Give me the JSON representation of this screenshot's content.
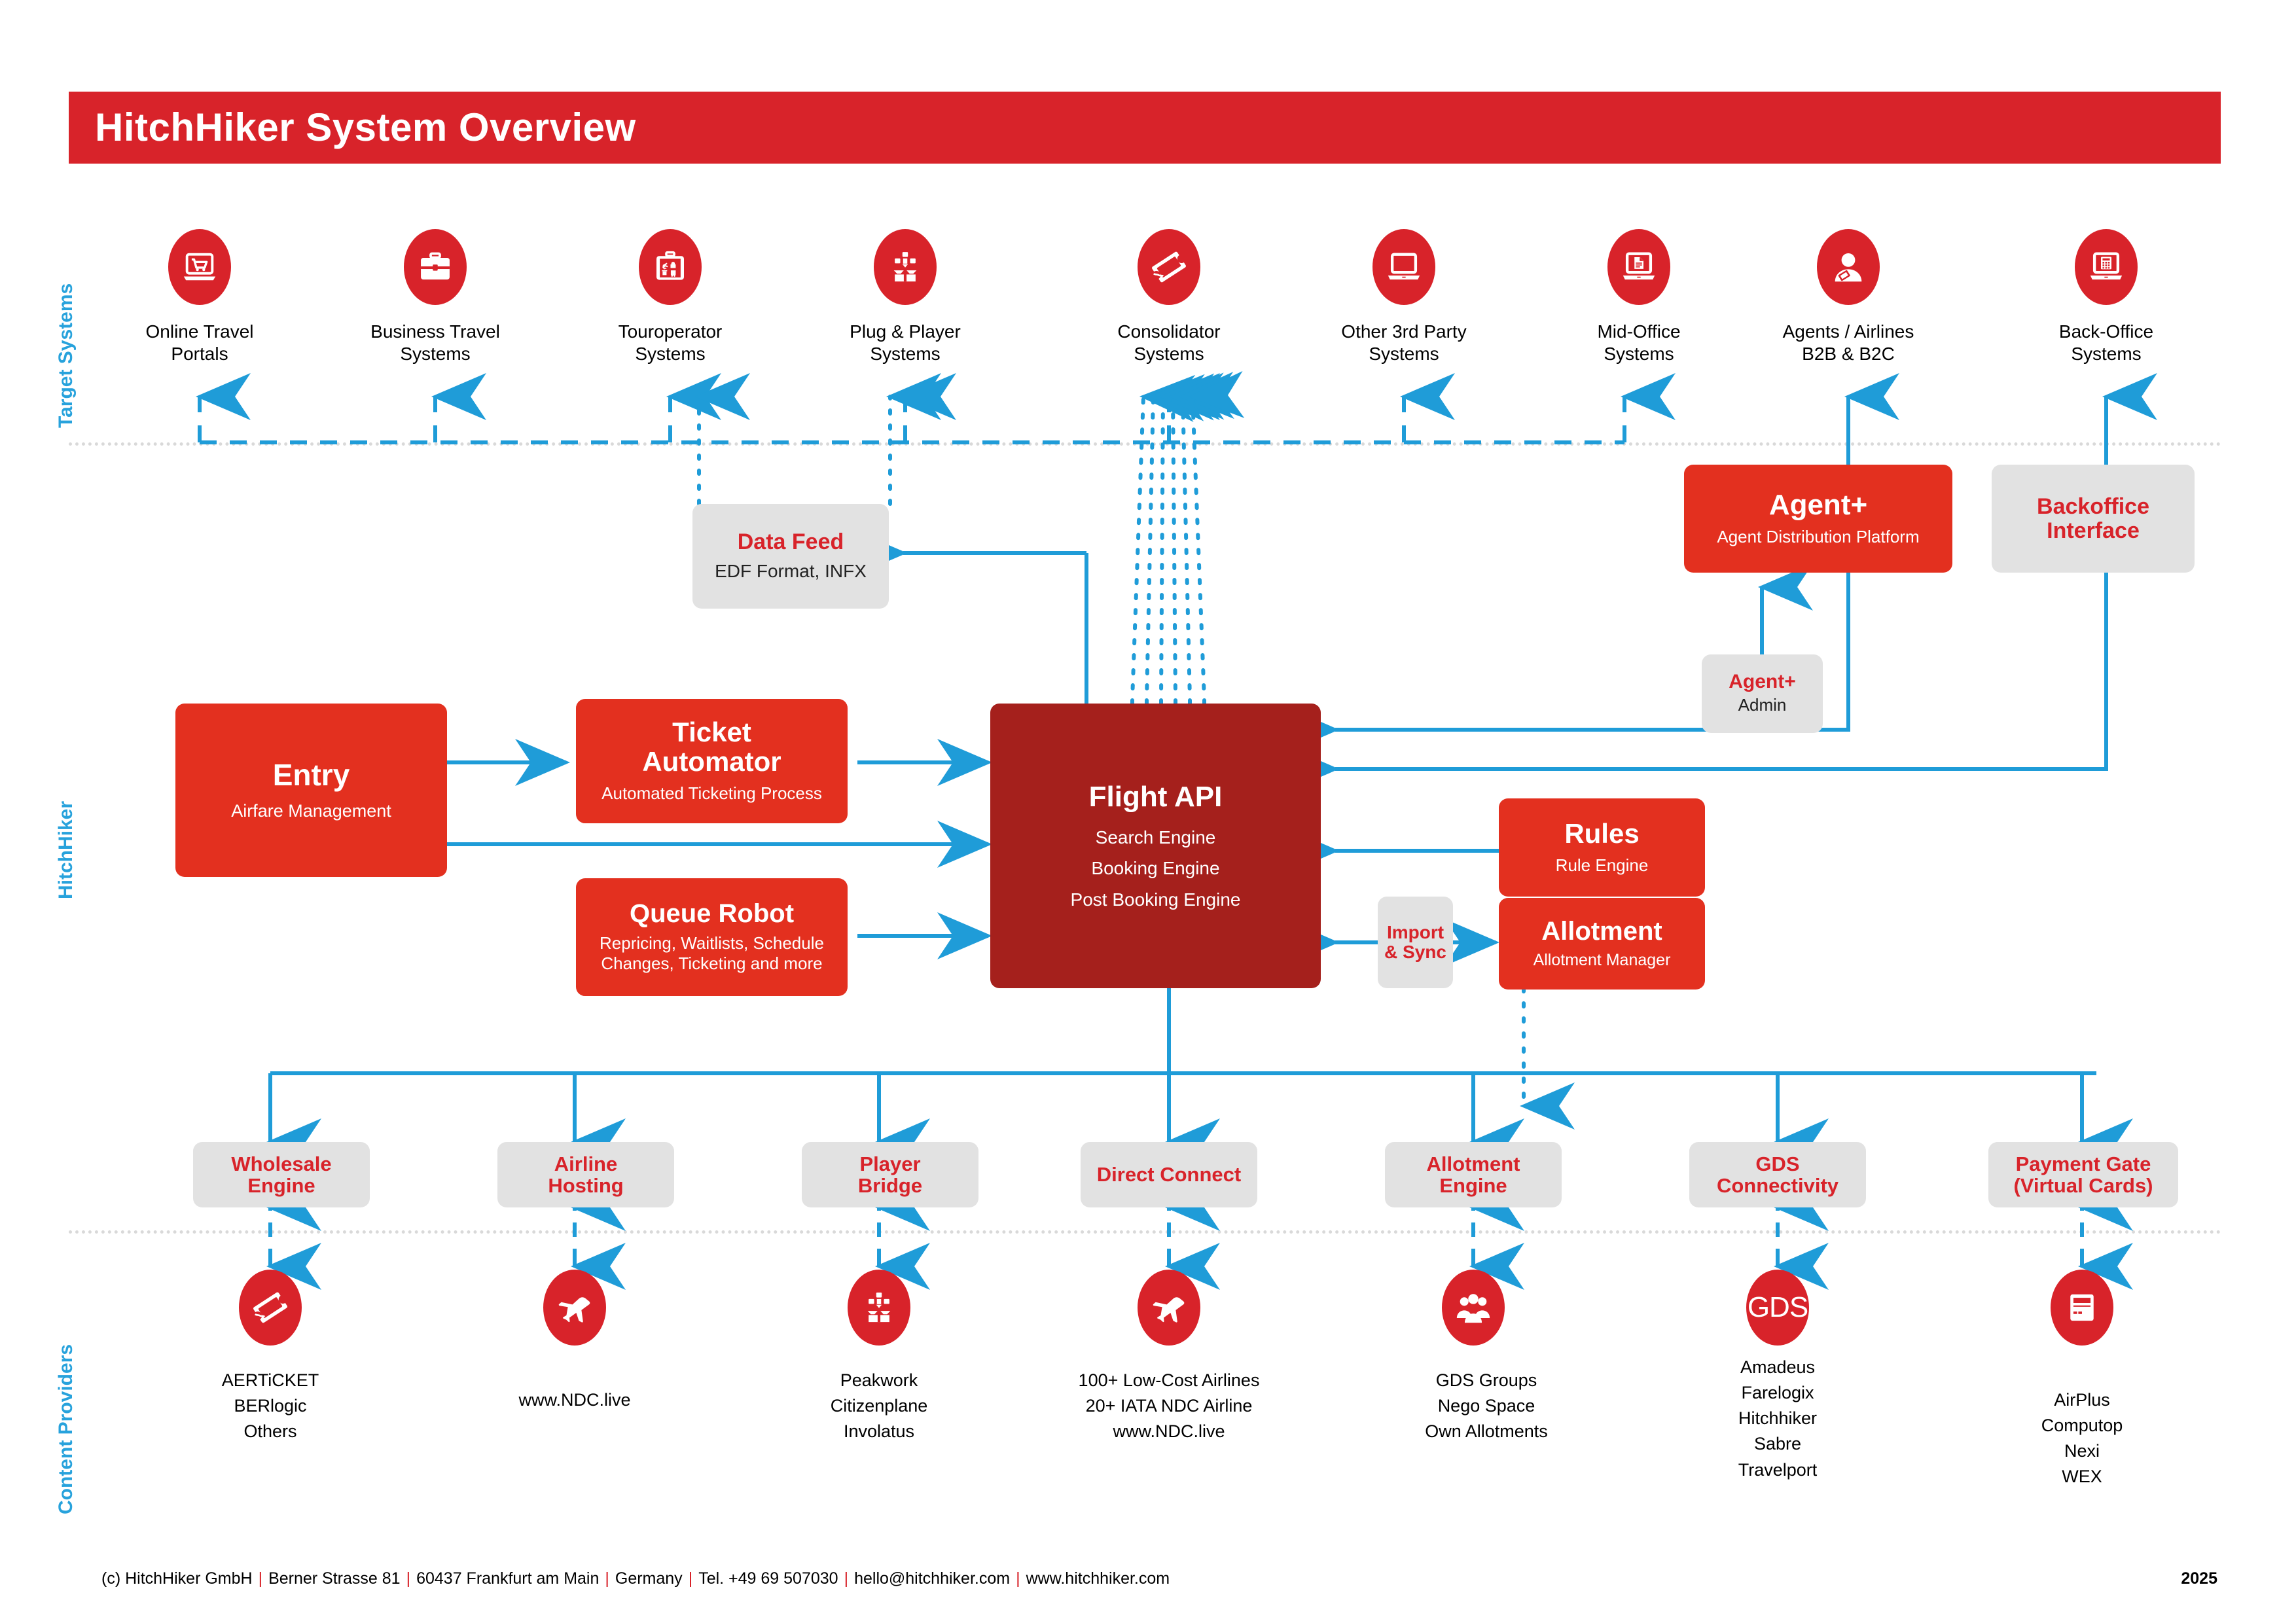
{
  "header": {
    "title": "HitchHiker System Overview"
  },
  "bands": [
    {
      "key": "target",
      "label": "Target Systems"
    },
    {
      "key": "hitchhiker",
      "label": "HitchHiker"
    },
    {
      "key": "content",
      "label": "Content Providers"
    }
  ],
  "colors": {
    "brand_red": "#d8232a",
    "box_red": "#e3301f",
    "box_dark_red": "#a5201c",
    "box_grey": "#e2e2e2",
    "arrow_blue": "#1f9cd8",
    "band_label_blue": "#27a2dc",
    "separator_grey": "#d9d9d9"
  },
  "target_systems": [
    {
      "icon": "laptop-cart-icon",
      "label": "Online Travel\nPortals"
    },
    {
      "icon": "briefcase-icon",
      "label": "Business Travel\nSystems"
    },
    {
      "icon": "suitcase-travel-icon",
      "label": "Touroperator\nSystems"
    },
    {
      "icon": "package-distribute-icon",
      "label": "Plug & Player\nSystems"
    },
    {
      "icon": "tickets-icon",
      "label": "Consolidator\nSystems"
    },
    {
      "icon": "laptop-icon",
      "label": "Other 3rd Party\nSystems"
    },
    {
      "icon": "laptop-document-icon",
      "label": "Mid-Office\nSystems"
    },
    {
      "icon": "agent-person-icon",
      "label": "Agents / Airlines\nB2B & B2C"
    },
    {
      "icon": "laptop-calculator-icon",
      "label": "Back-Office\nSystems"
    }
  ],
  "mid_boxes": {
    "data_feed": {
      "title": "Data Feed",
      "subtitle": "EDF Format, INFX",
      "style": "grey"
    },
    "agent_plus": {
      "title": "Agent+",
      "subtitle": "Agent Distribution Platform",
      "style": "red"
    },
    "agent_plus_admin": {
      "title": "Agent+",
      "subtitle": "Admin",
      "style": "grey"
    },
    "backoffice_interface": {
      "title": "Backoffice\nInterface",
      "subtitle": "",
      "style": "grey"
    }
  },
  "hitchhiker_core": {
    "entry": {
      "title": "Entry",
      "subtitle": "Airfare Management",
      "style": "red"
    },
    "ticket_automator": {
      "title": "Ticket\nAutomator",
      "subtitle": "Automated Ticketing Process",
      "style": "red"
    },
    "queue_robot": {
      "title": "Queue Robot",
      "subtitle": "Repricing, Waitlists, Schedule\nChanges, Ticketing and more",
      "style": "red"
    },
    "flight_api": {
      "title": "Flight API",
      "lines": [
        "Search Engine",
        "Booking Engine",
        "Post Booking Engine"
      ],
      "style": "darkred"
    },
    "rules": {
      "title": "Rules",
      "subtitle": "Rule Engine",
      "style": "red"
    },
    "allotment": {
      "title": "Allotment",
      "subtitle": "Allotment Manager",
      "style": "red"
    },
    "import_sync": {
      "title": "Import\n& Sync",
      "subtitle": "",
      "style": "grey"
    }
  },
  "connectors": [
    {
      "label": "Wholesale\nEngine"
    },
    {
      "label": "Airline\nHosting"
    },
    {
      "label": "Player\nBridge"
    },
    {
      "label": "Direct Connect"
    },
    {
      "label": "Allotment\nEngine"
    },
    {
      "label": "GDS\nConnectivity"
    },
    {
      "label": "Payment Gate\n(Virtual Cards)"
    }
  ],
  "content_providers": [
    {
      "icon": "tickets-icon",
      "lines": [
        "AERTiCKET",
        "BERlogic",
        "Others"
      ]
    },
    {
      "icon": "airplane-icon",
      "lines": [
        "www.NDC.live"
      ]
    },
    {
      "icon": "package-distribute-icon",
      "lines": [
        "Peakwork",
        "Citizenplane",
        "Involatus"
      ]
    },
    {
      "icon": "airplane-icon",
      "lines": [
        "100+ Low-Cost Airlines",
        "20+ IATA NDC Airline",
        "www.NDC.live"
      ]
    },
    {
      "icon": "people-group-icon",
      "lines": [
        "GDS Groups",
        "Nego Space",
        "Own Allotments"
      ]
    },
    {
      "icon": "gds-text-icon",
      "lines": [
        "Amadeus",
        "Farelogix",
        "Hitchhiker",
        "Sabre",
        "Travelport"
      ]
    },
    {
      "icon": "credit-card-icon",
      "lines": [
        "AirPlus",
        "Computop",
        "Nexi",
        "WEX"
      ]
    }
  ],
  "footer": {
    "parts": [
      "(c) HitchHiker GmbH",
      "Berner Strasse 81",
      "60437 Frankfurt am Main",
      "Germany",
      "Tel. +49 69 507030",
      "hello@hitchhiker.com",
      "www.hitchhiker.com"
    ],
    "year": "2025"
  }
}
